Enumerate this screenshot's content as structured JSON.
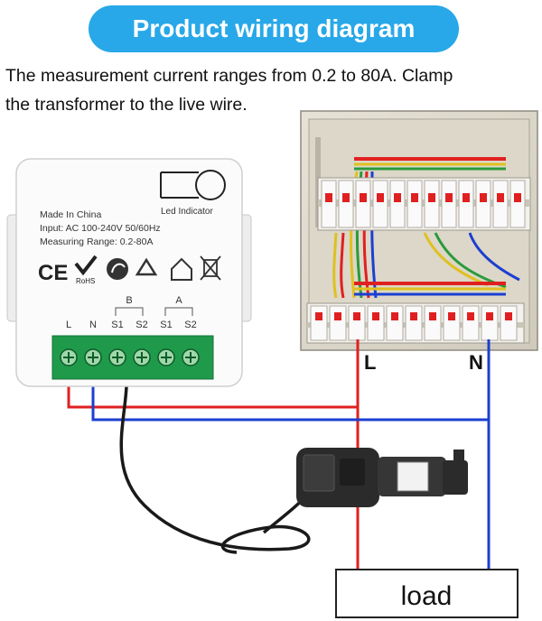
{
  "banner": {
    "title": "Product wiring diagram"
  },
  "description": {
    "line1": "The measurement current ranges from 0.2 to 80A. Clamp",
    "line2": "the transformer to the live wire."
  },
  "device": {
    "led_label": "Led Indicator",
    "origin": "Made In China",
    "input": "Input: AC 100-240V 50/60Hz",
    "range": "Measuring Range: 0.2-80A",
    "mark_ce": "CE",
    "mark_rohs": "RoHS",
    "group_b": "B",
    "group_a": "A",
    "terminals": [
      "L",
      "N",
      "S1",
      "S2",
      "S1",
      "S2"
    ]
  },
  "panel": {
    "live_label": "L",
    "neutral_label": "N"
  },
  "load": {
    "label": "load"
  },
  "colors": {
    "banner": "#28a8e8",
    "live_wire": "#e02020",
    "neutral_wire": "#1c3fd0",
    "terminal_block": "#1f9a4a",
    "clamp": "#2b2b2b"
  }
}
